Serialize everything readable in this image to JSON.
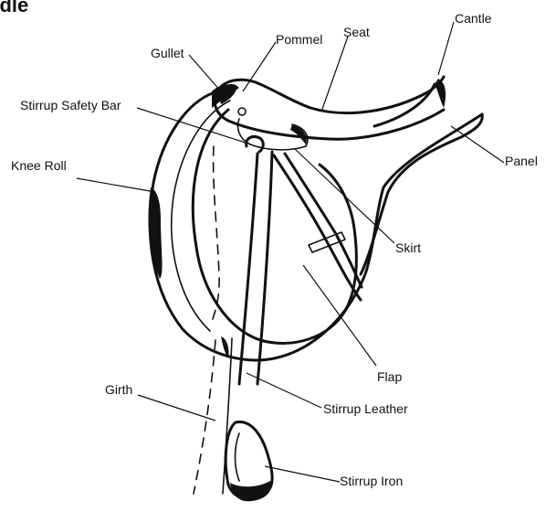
{
  "title": "ddle",
  "labels": {
    "cantle": "Cantle",
    "seat": "Seat",
    "pommel": "Pommel",
    "gullet": "Gullet",
    "stirrup_safety_bar": "Stirrup Safety Bar",
    "panel": "Panel",
    "knee_roll": "Knee Roll",
    "skirt": "Skirt",
    "flap": "Flap",
    "girth": "Girth",
    "stirrup_leather": "Stirrup Leather",
    "stirrup_iron": "Stirrup Iron"
  }
}
